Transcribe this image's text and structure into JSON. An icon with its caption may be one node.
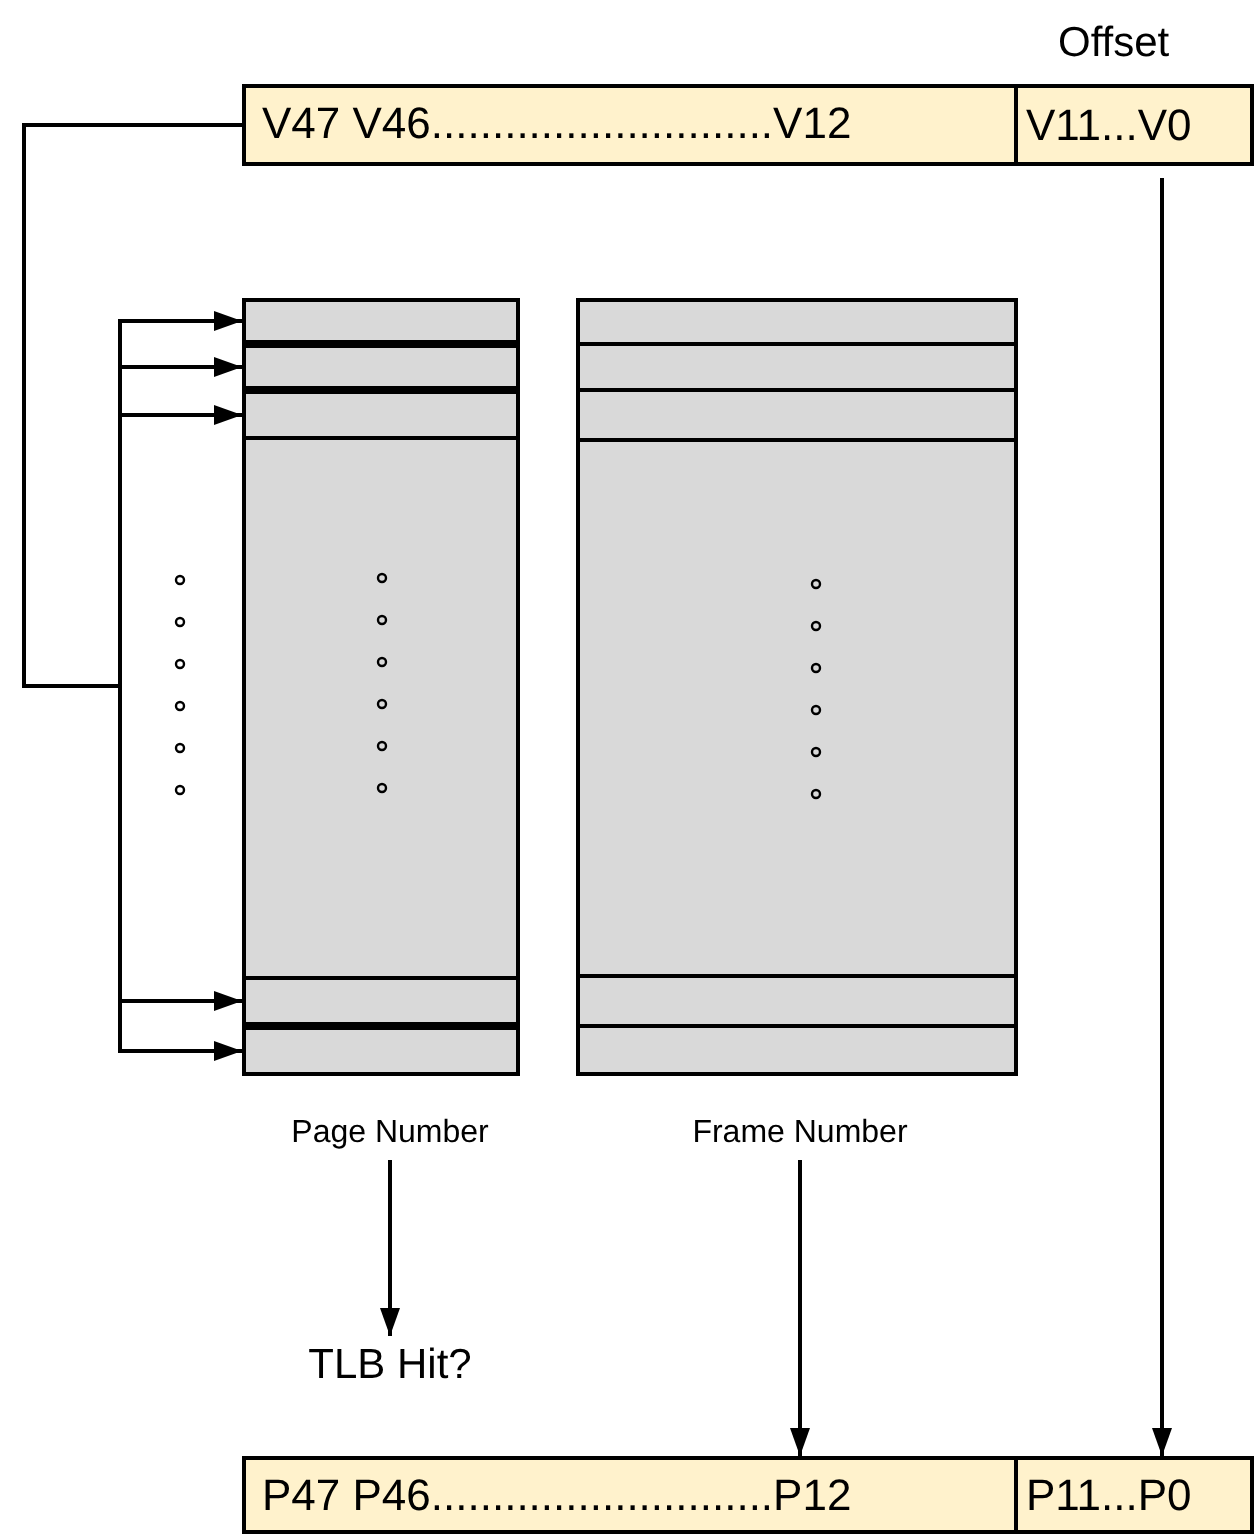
{
  "diagram": {
    "nodes": [
      {
        "text": [
          "V47 V46............................V12"
        ]
      },
      {
        "text": [
          "Offset",
          "V11...V0"
        ]
      },
      {
        "text": [],
        "shape": "box"
      },
      {
        "text": [],
        "shape": "box",
        "in": 2
      },
      {
        "text": [],
        "shape": "box",
        "in": 2
      },
      {
        "text": [],
        "shape": "box",
        "in": 2
      },
      {
        "text": [],
        "shape": "box",
        "in": 2
      },
      {
        "text": [],
        "shape": "box",
        "in": 2
      },
      {
        "text": [],
        "shape": "box"
      },
      {
        "text": [
          "Page Number"
        ]
      },
      {
        "text": [
          "Frame Number"
        ]
      },
      {
        "text": [
          "TLB Hit?"
        ]
      },
      {
        "text": [
          "P47 P46............................P12"
        ]
      },
      {
        "text": [
          "P11...P0"
        ]
      }
    ],
    "edges": [
      {
        "from": 0,
        "to": 3,
        "arrow": "to"
      },
      {
        "from": 0,
        "to": 4,
        "arrow": "to"
      },
      {
        "from": 0,
        "to": 5,
        "arrow": "to"
      },
      {
        "from": 0,
        "to": 6,
        "arrow": "to"
      },
      {
        "from": 0,
        "to": 7,
        "arrow": "to"
      },
      {
        "from": 9,
        "to": 11,
        "arrow": "to"
      },
      {
        "from": 10,
        "to": 12,
        "arrow": "to"
      },
      {
        "from": 1,
        "to": 13,
        "arrow": "to"
      }
    ]
  }
}
